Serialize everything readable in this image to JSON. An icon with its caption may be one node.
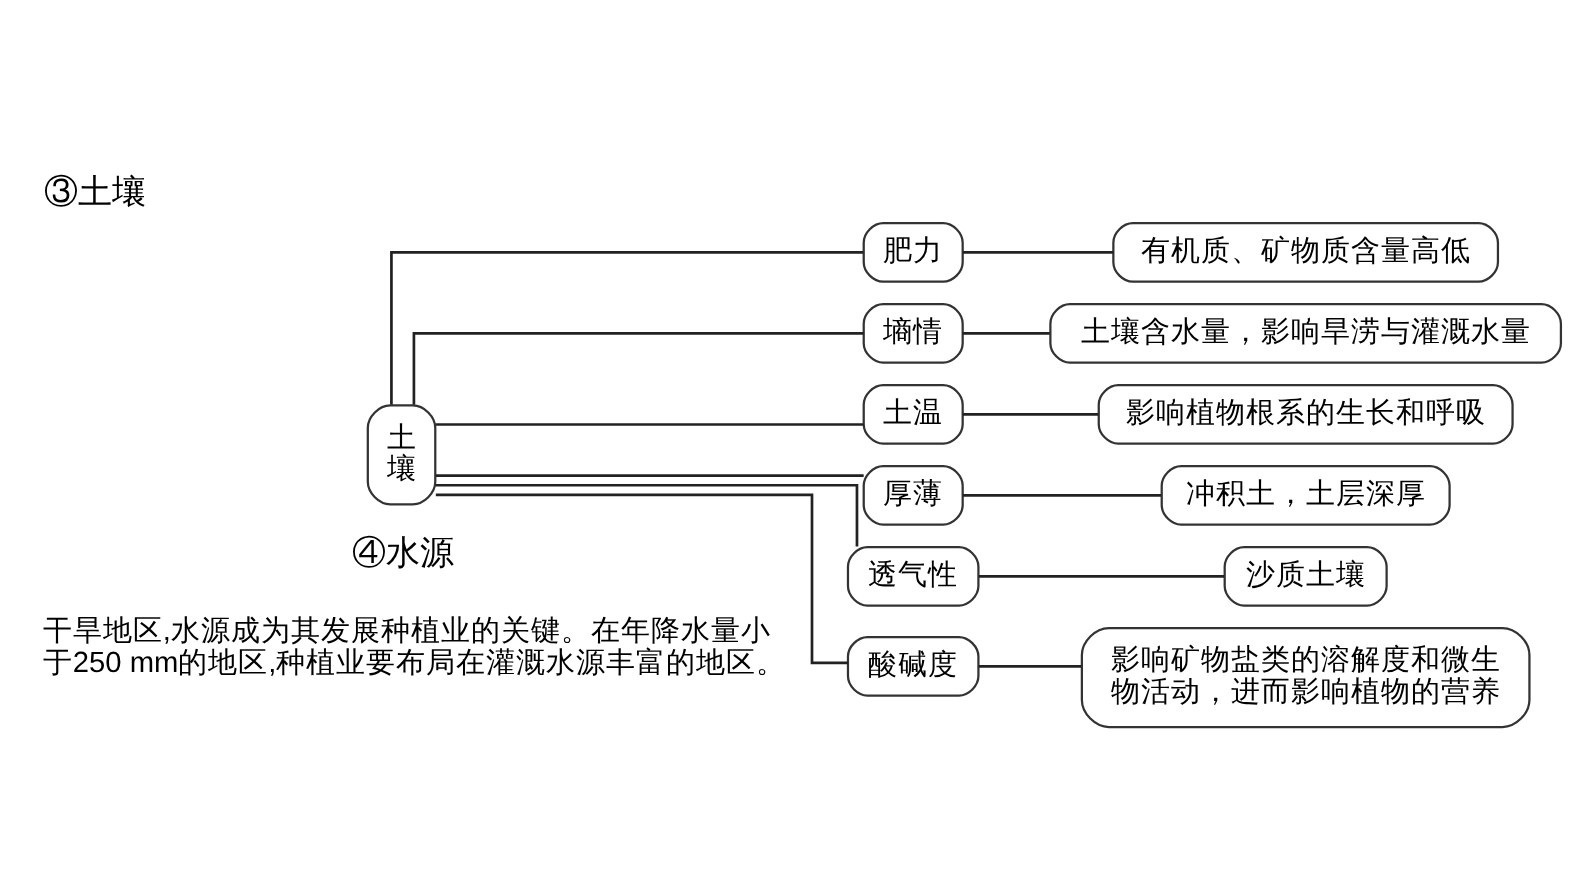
{
  "diagram": {
    "title": "③土壤",
    "nodes": [
      {
        "text": [
          "土壤"
        ]
      },
      {
        "text": [
          "肥力"
        ]
      },
      {
        "text": [
          "有机质、矿物质含量高低"
        ]
      },
      {
        "text": [
          "墒情"
        ]
      },
      {
        "text": [
          "土壤含水量，影响旱涝与灌溉水量"
        ]
      },
      {
        "text": [
          "土温"
        ]
      },
      {
        "text": [
          "影响植物根系的生长和呼吸"
        ]
      },
      {
        "text": [
          "厚薄"
        ]
      },
      {
        "text": [
          "冲积土，土层深厚"
        ]
      },
      {
        "text": [
          "透气性"
        ]
      },
      {
        "text": [
          "沙质土壤"
        ]
      },
      {
        "text": [
          "酸碱度"
        ]
      },
      {
        "text": [
          "影响矿物盐类的溶解度和微生物活动，进而影响植物的营养"
        ]
      }
    ],
    "edges": [
      {
        "from": 0,
        "to": 1,
        "arrow": "none"
      },
      {
        "from": 0,
        "to": 3,
        "arrow": "none"
      },
      {
        "from": 0,
        "to": 5,
        "arrow": "none"
      },
      {
        "from": 0,
        "to": 7,
        "arrow": "none"
      },
      {
        "from": 0,
        "to": 9,
        "arrow": "none"
      },
      {
        "from": 0,
        "to": 11,
        "arrow": "none"
      },
      {
        "from": 1,
        "to": 2,
        "arrow": "none"
      },
      {
        "from": 3,
        "to": 4,
        "arrow": "none"
      },
      {
        "from": 5,
        "to": 6,
        "arrow": "none"
      },
      {
        "from": 7,
        "to": 8,
        "arrow": "none"
      },
      {
        "from": 9,
        "to": 10,
        "arrow": "none"
      },
      {
        "from": 11,
        "to": 12,
        "arrow": "none"
      }
    ],
    "labels": [
      "④水源",
      "干旱地区,水源成为其发展种植业的关键。在年降水量小于250 mm的地区,种植业要布局在灌溉水源丰富的地区。"
    ]
  }
}
